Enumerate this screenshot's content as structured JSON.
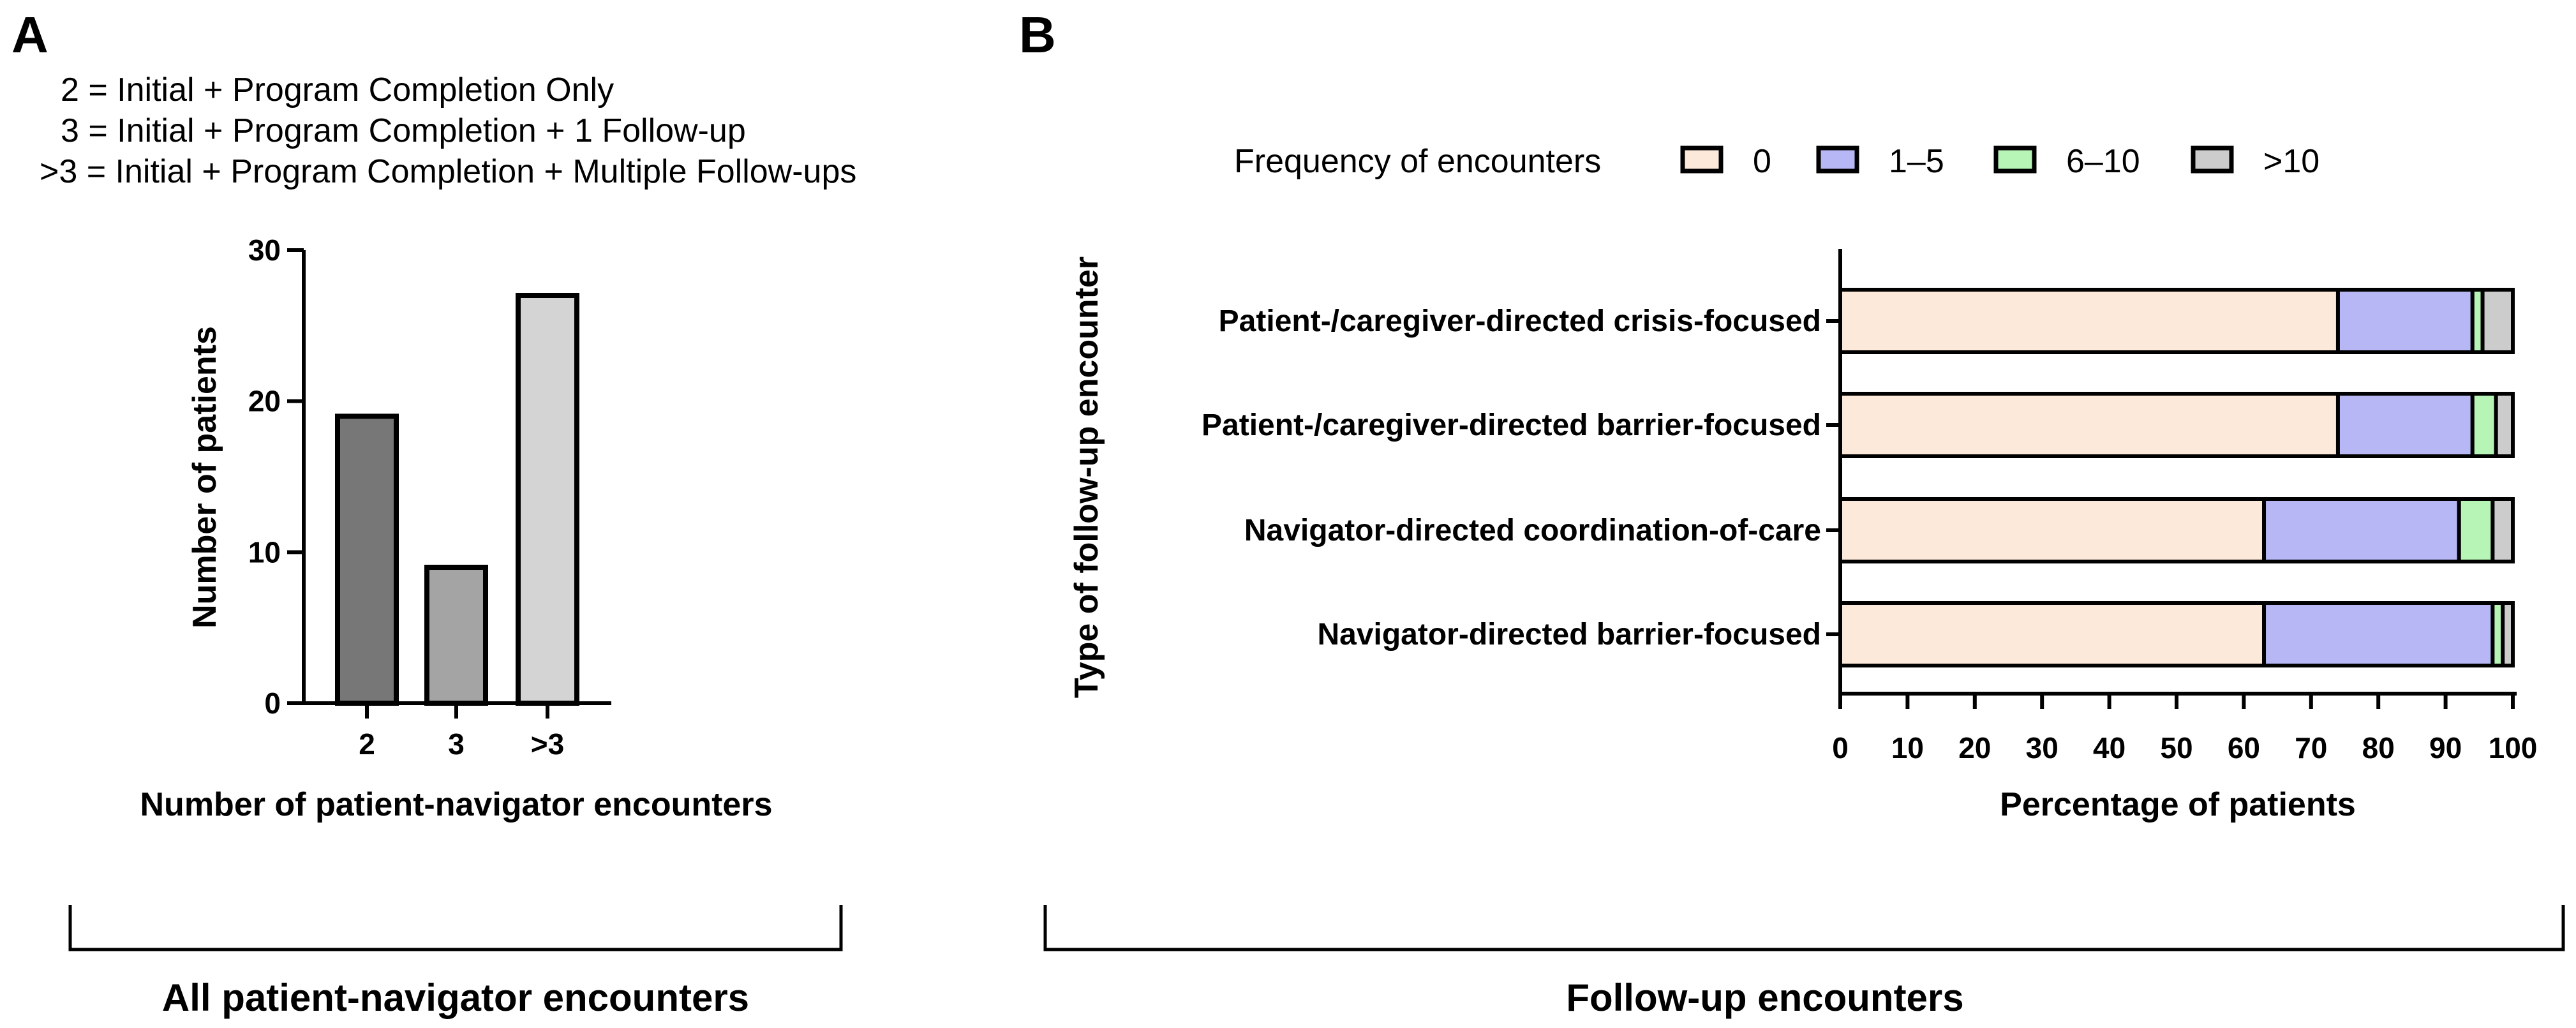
{
  "panel_a": {
    "letter": "A",
    "legend_lines": [
      "2 = Initial + Program Completion Only",
      "3 = Initial + Program Completion + 1 Follow-up",
      ">3 = Initial + Program Completion + Multiple Follow-ups"
    ],
    "bracket_label": "All patient-navigator encounters"
  },
  "panel_b": {
    "letter": "B",
    "bracket_label": "Follow-up encounters"
  },
  "chart_data": [
    {
      "type": "bar",
      "title": "",
      "categories": [
        "2",
        "3",
        ">3"
      ],
      "values": [
        19,
        9,
        27
      ],
      "bar_colors": [
        "#777777",
        "#a4a4a4",
        "#d4d4d4"
      ],
      "xlabel": "Number of patient-navigator encounters",
      "ylabel": "Number of patients",
      "ylim": [
        0,
        30
      ],
      "yticks": [
        "0",
        "10",
        "20",
        "30"
      ],
      "grid": false
    },
    {
      "type": "bar",
      "orientation": "horizontal",
      "stacked": true,
      "title": "",
      "legend_title": "Frequency of encounters",
      "legend_placement": "top",
      "categories": [
        "Patient-/caregiver-directed crisis-focused",
        "Patient-/caregiver-directed barrier-focused",
        "Navigator-directed coordination-of-care",
        "Navigator-directed barrier-focused"
      ],
      "series": [
        {
          "name": "0",
          "color": "#fde9d9",
          "values": [
            74,
            74,
            63,
            63
          ]
        },
        {
          "name": "1–5",
          "color": "#b7b7f5",
          "values": [
            20,
            20,
            29,
            34
          ]
        },
        {
          "name": "6–10",
          "color": "#b6f5b6",
          "values": [
            1.5,
            3.5,
            5,
            1.5
          ]
        },
        {
          "name": ">10",
          "color": "#cccccc",
          "values": [
            4.5,
            2.5,
            3,
            1.5
          ]
        }
      ],
      "xlabel": "Percentage of patients",
      "ylabel": "Type of follow-up encounter",
      "xlim": [
        0,
        100
      ],
      "xticks": [
        "0",
        "10",
        "20",
        "30",
        "40",
        "50",
        "60",
        "70",
        "80",
        "90",
        "100"
      ],
      "grid": false
    }
  ]
}
